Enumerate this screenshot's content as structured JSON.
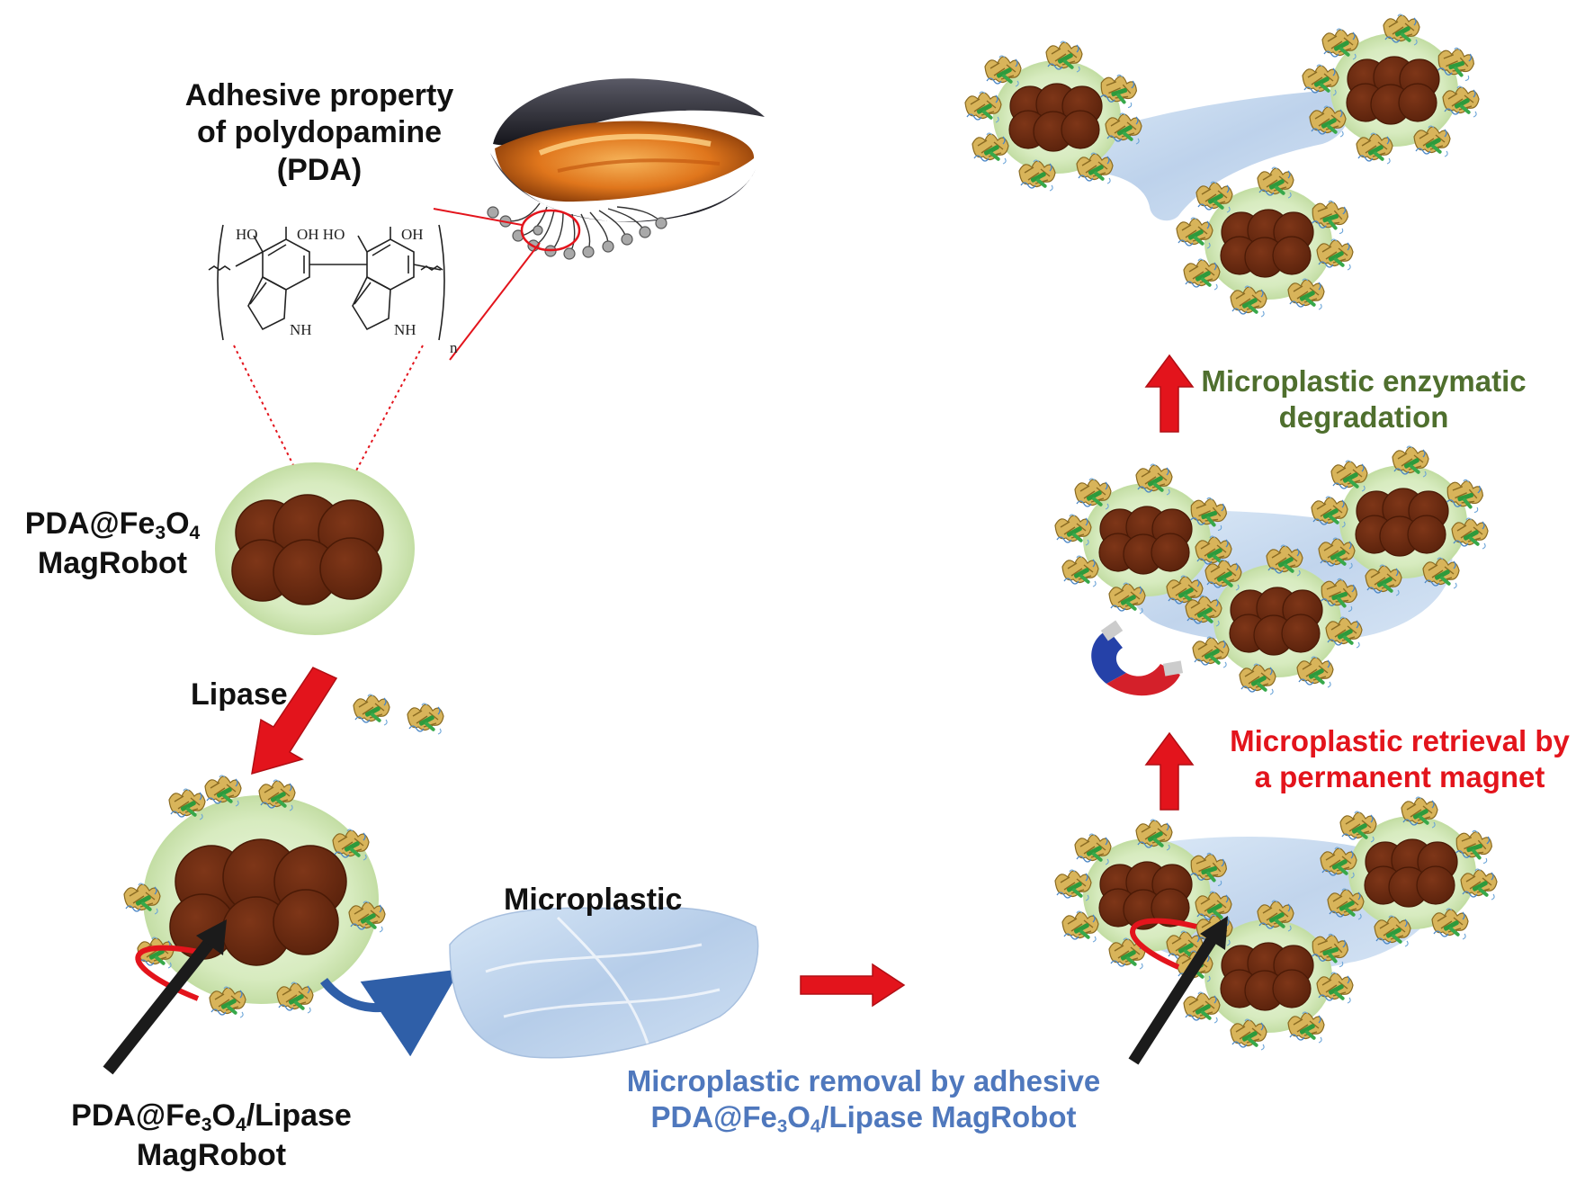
{
  "colors": {
    "arrow_red": "#e3141c",
    "magrobot_shell": "#d7ebbf",
    "magrobot_core": "#6b2a10",
    "microplastic": "#bdd3ec",
    "removal_text": "#4f78bd",
    "retrieval_text": "#e3141c",
    "degradation_text": "#4f6f2e",
    "rotation_arrow": "#1b1b1b",
    "transfer_arrow": "#2f5fa8"
  },
  "labels": {
    "adhesive_line1": "Adhesive property",
    "adhesive_line2": "of polydopamine",
    "adhesive_line3": "(PDA)",
    "magrobot_a": "PDA@Fe",
    "magrobot_a_sub1": "3",
    "magrobot_a_o": "O",
    "magrobot_a_sub2": "4",
    "magrobot_a_line2": "MagRobot",
    "lipase": "Lipase",
    "lipase_robot_a": "PDA@Fe",
    "lipase_robot_sub1": "3",
    "lipase_robot_o": "O",
    "lipase_robot_sub2": "4",
    "lipase_robot_rest": "/Lipase",
    "lipase_robot_line2": "MagRobot",
    "microplastic": "Microplastic",
    "removal_line1": "Microplastic removal by adhesive",
    "removal_line2_a": "PDA@Fe",
    "removal_line2_sub1": "3",
    "removal_line2_o": "O",
    "removal_line2_sub2": "4",
    "removal_line2_rest": "/Lipase MagRobot",
    "retrieval_line1": "Microplastic retrieval by",
    "retrieval_line2": "a permanent magnet",
    "degradation_line1": "Microplastic enzymatic",
    "degradation_line2": "degradation"
  },
  "chemical_structure": {
    "ho_left": "HO",
    "oh_hoh": "OH HO",
    "oh_right": "OH",
    "nh_left": "NH",
    "nh_right": "NH",
    "repeat_n": "n"
  },
  "icons": {
    "mussel": "mussel-shell-icon",
    "magnet": "horseshoe-magnet-icon",
    "enzyme": "lipase-enzyme-icon"
  }
}
